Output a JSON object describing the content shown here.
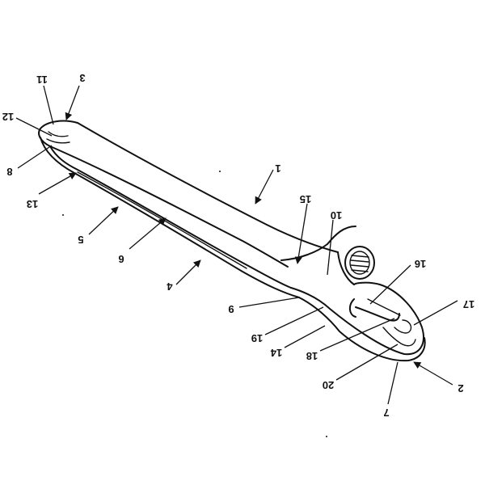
{
  "figure": {
    "labels": {
      "l1": "1",
      "l2": "2",
      "l3": "3",
      "l4": "4",
      "l5": "5",
      "l6": "6",
      "l7": "7",
      "l8": "8",
      "l9": "9",
      "l10": "10",
      "l11": "11",
      "l12": "12",
      "l13": "13",
      "l14": "14",
      "l15": "15",
      "l16": "16",
      "l17": "17",
      "l18": "18",
      "l19": "19",
      "l20": "20"
    }
  }
}
